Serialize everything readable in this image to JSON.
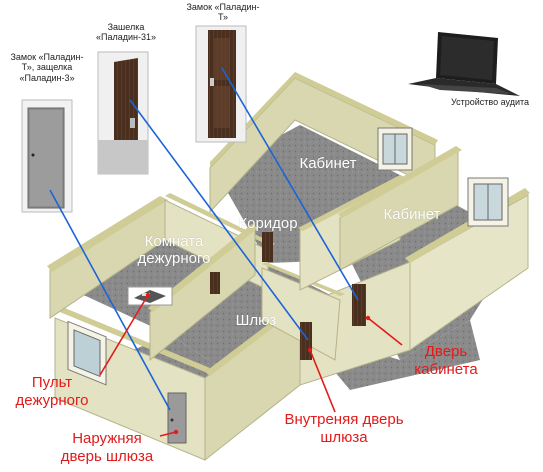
{
  "photos": {
    "left_caption": "Замок «Паладин-Т», защелка «Паладин-3»",
    "middle_caption": "Зашелка «Паладин-31»",
    "right_caption": "Замок «Паладин-Т»"
  },
  "laptop": {
    "caption": "Устройство аудита"
  },
  "rooms": {
    "cabinet_top": "Кабинет",
    "cabinet_right": "Кабинет",
    "corridor": "Коридор",
    "duty_room": "Комната дежурного",
    "airlock": "Шлюз"
  },
  "callouts": {
    "duty_console": "Пульт дежурного",
    "outer_door": "Наружняя дверь шлюза",
    "inner_door": "Внутреняя дверь шлюза",
    "cabinet_door": "Дверь кабинета"
  },
  "colors": {
    "wall_top": "#d2d0a0",
    "wall_side": "#e3e2c2",
    "floor": "#7e7e7e",
    "connector": "#1c64d8",
    "callout": "#e21b1b"
  }
}
